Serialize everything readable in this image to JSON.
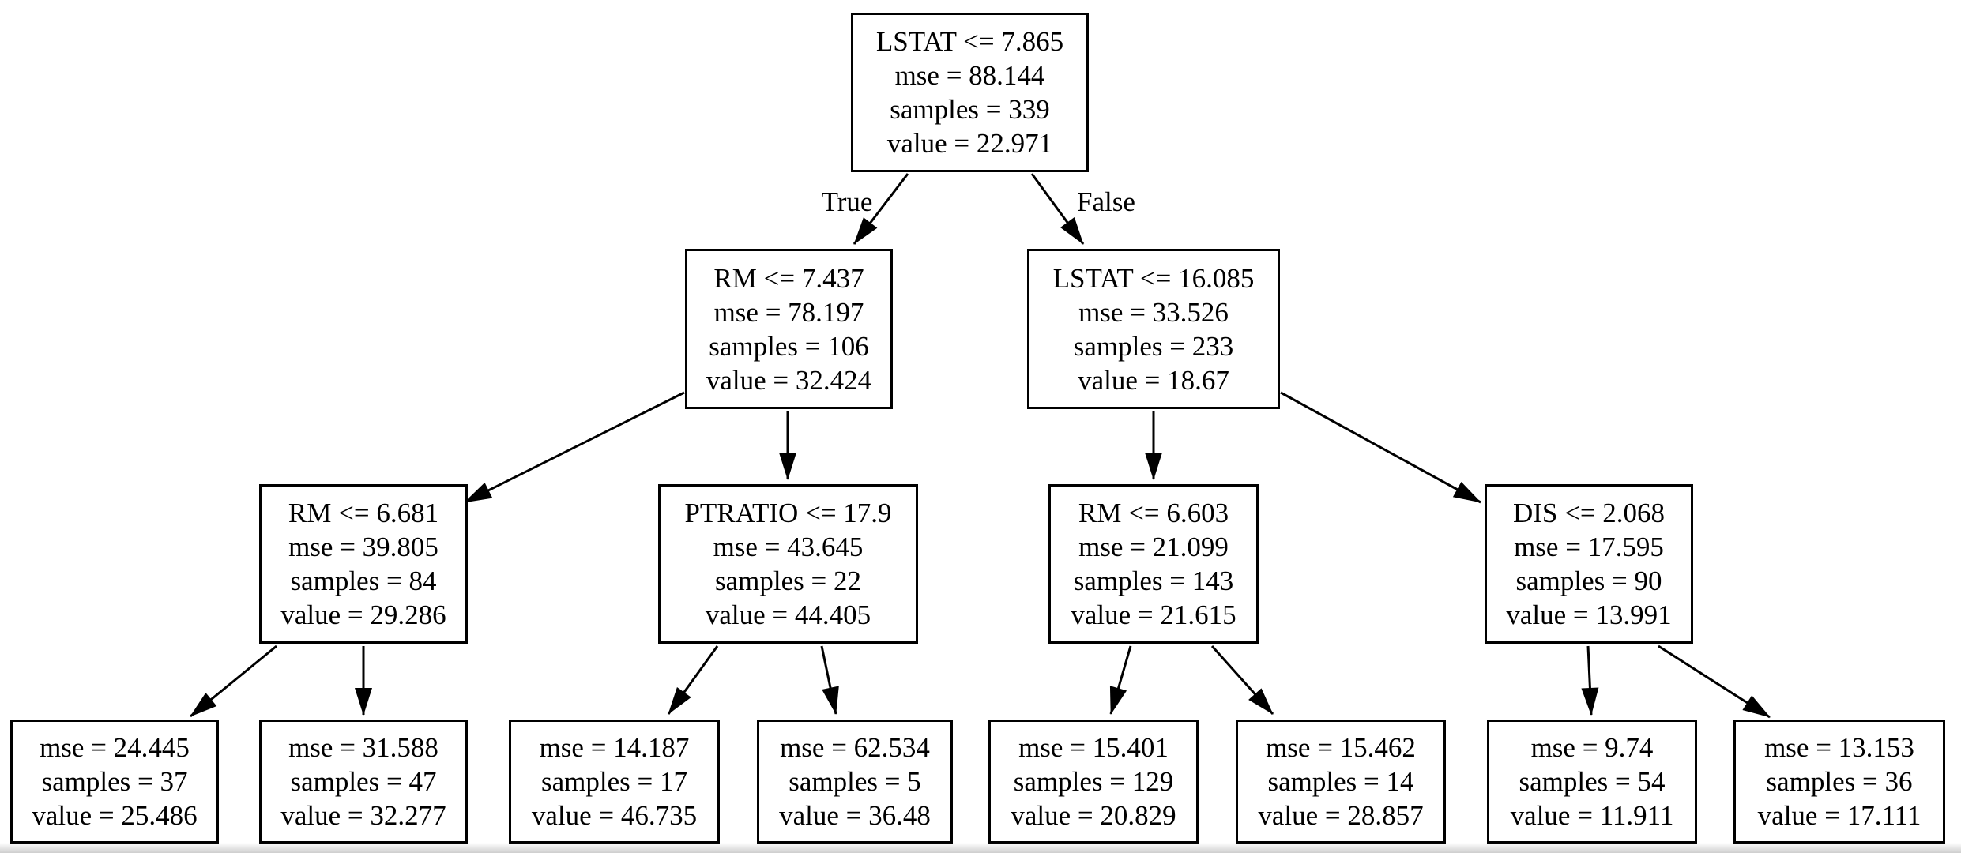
{
  "diagram": {
    "type": "decision-tree-regression",
    "edge_labels": {
      "true_label": "True",
      "false_label": "False"
    },
    "colors": {
      "background": "#ffffff",
      "node_fill": "#ffffff",
      "node_border": "#000000",
      "edge": "#000000",
      "text": "#000000"
    },
    "nodes": {
      "root": {
        "condition": "LSTAT <= 7.865",
        "mse": "mse = 88.144",
        "samples": "samples = 339",
        "value": "value = 22.971"
      },
      "l2_left": {
        "condition": "RM <= 7.437",
        "mse": "mse = 78.197",
        "samples": "samples = 106",
        "value": "value = 32.424"
      },
      "l2_right": {
        "condition": "LSTAT <= 16.085",
        "mse": "mse = 33.526",
        "samples": "samples = 233",
        "value": "value = 18.67"
      },
      "l3_1": {
        "condition": "RM <= 6.681",
        "mse": "mse = 39.805",
        "samples": "samples = 84",
        "value": "value = 29.286"
      },
      "l3_2": {
        "condition": "PTRATIO <= 17.9",
        "mse": "mse = 43.645",
        "samples": "samples = 22",
        "value": "value = 44.405"
      },
      "l3_3": {
        "condition": "RM <= 6.603",
        "mse": "mse = 21.099",
        "samples": "samples = 143",
        "value": "value = 21.615"
      },
      "l3_4": {
        "condition": "DIS <= 2.068",
        "mse": "mse = 17.595",
        "samples": "samples = 90",
        "value": "value = 13.991"
      },
      "leaf_1": {
        "mse": "mse = 24.445",
        "samples": "samples = 37",
        "value": "value = 25.486"
      },
      "leaf_2": {
        "mse": "mse = 31.588",
        "samples": "samples = 47",
        "value": "value = 32.277"
      },
      "leaf_3": {
        "mse": "mse = 14.187",
        "samples": "samples = 17",
        "value": "value = 46.735"
      },
      "leaf_4": {
        "mse": "mse = 62.534",
        "samples": "samples = 5",
        "value": "value = 36.48"
      },
      "leaf_5": {
        "mse": "mse = 15.401",
        "samples": "samples = 129",
        "value": "value = 20.829"
      },
      "leaf_6": {
        "mse": "mse = 15.462",
        "samples": "samples = 14",
        "value": "value = 28.857"
      },
      "leaf_7": {
        "mse": "mse = 9.74",
        "samples": "samples = 54",
        "value": "value = 11.911"
      },
      "leaf_8": {
        "mse": "mse = 13.153",
        "samples": "samples = 36",
        "value": "value = 17.111"
      }
    }
  }
}
